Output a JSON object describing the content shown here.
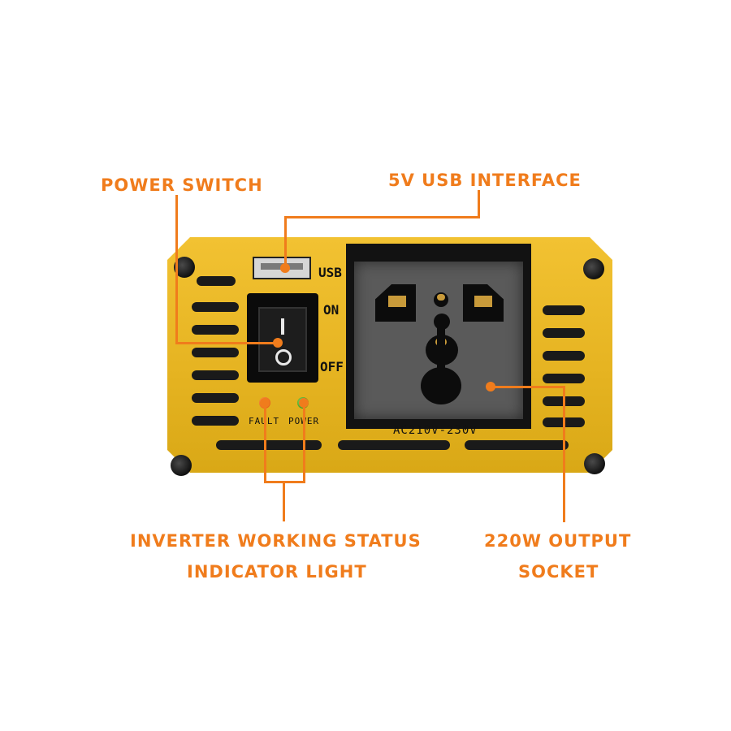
{
  "callouts": {
    "power_switch": "POWER SWITCH",
    "usb_interface": "5V USB INTERFACE",
    "status_line1": "INVERTER WORKING STATUS",
    "status_line2": "INDICATOR LIGHT",
    "output_line1": "220W OUTPUT",
    "output_line2": "SOCKET"
  },
  "panel_labels": {
    "usb": "USB",
    "on": "ON",
    "off": "OFF",
    "fault": "FAULT",
    "power": "POWER",
    "rating": "AC210V-230V"
  },
  "colors": {
    "callout": "#f07c1c",
    "panel": "#e6b422",
    "socket": "#121212"
  },
  "icons": {
    "switch_on_symbol": "line-icon",
    "switch_off_symbol": "circle-icon"
  }
}
